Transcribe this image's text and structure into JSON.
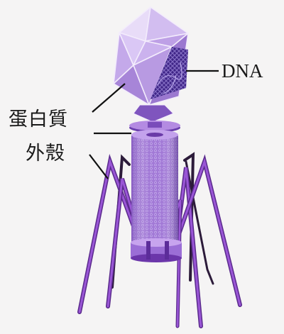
{
  "labels": {
    "dna": "DNA",
    "protein_coat_line1": "蛋白質",
    "protein_coat_line2": "外殼"
  },
  "colors": {
    "background": "#f5f4f4",
    "head_light": "#dccbf2",
    "head_mid": "#b79add",
    "head_dark": "#8c68c4",
    "dna_window": "#4b2a96",
    "tail": "#a97ed8",
    "tail_dark": "#6f3fb0",
    "leg": "#7a35b8",
    "leg_dark": "#3d1f52",
    "leader": "#111111"
  },
  "icons": [
    "bacteriophage-illustration"
  ]
}
